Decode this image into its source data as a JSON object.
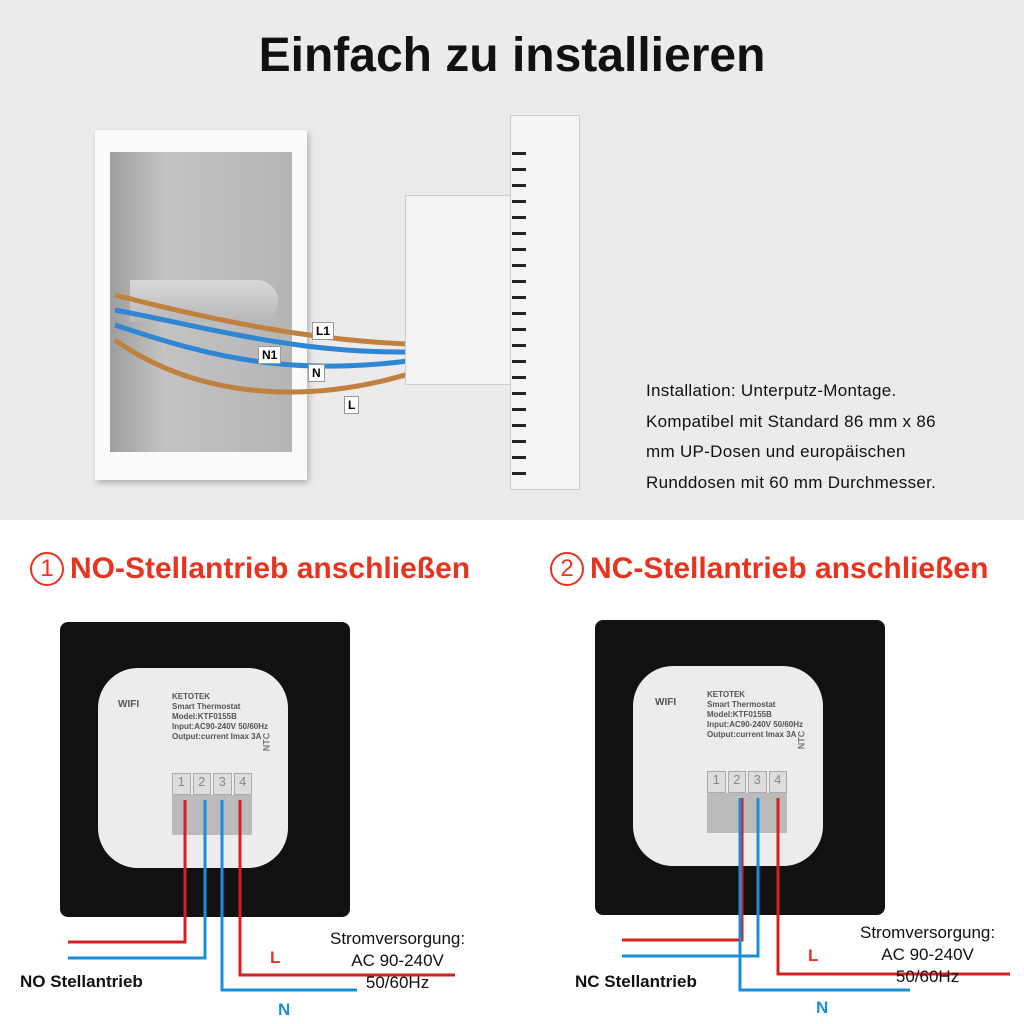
{
  "title": "Einfach zu installieren",
  "install_text": [
    "Installation: Unterputz-Montage.",
    "Kompatibel mit Standard 86 mm x 86",
    "mm UP-Dosen und europäischen",
    "Runddosen mit 60 mm Durchmesser."
  ],
  "wire_tags": {
    "l1": "L1",
    "n1": "N1",
    "n": "N",
    "l": "L"
  },
  "sections": [
    {
      "number": "1",
      "title": "NO-Stellantrieb anschließen",
      "actuator": "NO Stellantrieb"
    },
    {
      "number": "2",
      "title": "NC-Stellantrieb anschließen",
      "actuator": "NC Stellantrieb"
    }
  ],
  "device": {
    "brand": "KETOTEK",
    "name": "Smart Thermostat",
    "model": "Model:KTF0155B",
    "input": "Input:AC90-240V 50/60Hz",
    "output": "Output:current Imax 3A",
    "wifi": "WIFI",
    "terminals": [
      "1",
      "2",
      "3",
      "4"
    ],
    "ntc": "NTC"
  },
  "power": {
    "label": "Stromversorgung:",
    "voltage": "AC 90-240V",
    "freq": "50/60Hz",
    "l": "L",
    "n": "N"
  },
  "colors": {
    "red": "#e8331f",
    "blue": "#1a8fd8",
    "wire_red": "#d42020"
  }
}
